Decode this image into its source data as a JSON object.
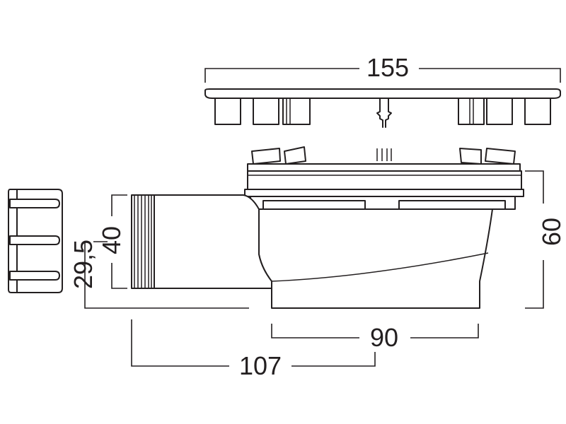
{
  "dimensions": {
    "grate_width": "155",
    "total_height": "60",
    "outlet_diameter": "40",
    "outlet_axis_height": "29,5",
    "body_base_width": "90",
    "total_length": "107"
  },
  "colors": {
    "line": "#231f20",
    "background": "#ffffff"
  }
}
